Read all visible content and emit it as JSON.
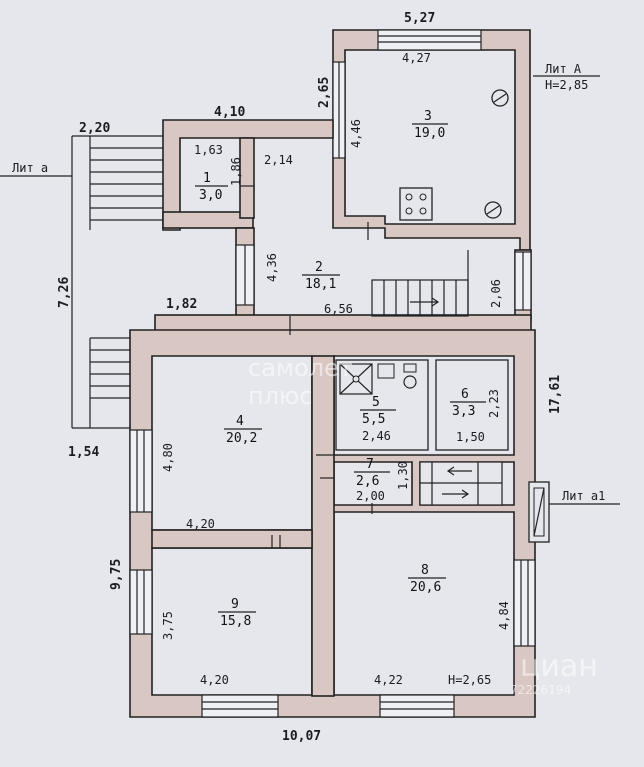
{
  "rooms": [
    {
      "number": "1",
      "area": "3,0"
    },
    {
      "number": "2",
      "area": "18,1"
    },
    {
      "number": "3",
      "area": "19,0"
    },
    {
      "number": "4",
      "area": "20,2"
    },
    {
      "number": "5",
      "area": "5,5"
    },
    {
      "number": "6",
      "area": "3,3"
    },
    {
      "number": "7",
      "area": "2,6"
    },
    {
      "number": "8",
      "area": "20,6"
    },
    {
      "number": "9",
      "area": "15,8"
    }
  ],
  "dimensions": {
    "top_527": "5,27",
    "inner_427": "4,27",
    "side_265": "2,65",
    "side_446": "4,46",
    "top_410": "4,10",
    "top_220": "2,20",
    "r1_163": "1,63",
    "r1_186": "1,86",
    "r2_214": "2,14",
    "r2_436": "4,36",
    "left_726": "7,26",
    "r2_656": "6,56",
    "r2_206": "2,06",
    "mid_182": "1,82",
    "right_1761": "17,61",
    "left_154": "1,54",
    "r4_480": "4,80",
    "r4_420": "4,20",
    "r5_246": "2,46",
    "r6_223": "2,23",
    "r6_150": "1,50",
    "r7_130": "1,30",
    "r7_200": "2,00",
    "left_975": "9,75",
    "r9_375": "3,75",
    "r9_420": "4,20",
    "r8_484": "4,84",
    "r8_422": "4,22",
    "bottom_1007": "10,07"
  },
  "labels": {
    "lit_A": "Лит А",
    "h_285": "H=2,85",
    "lit_a": "Лит а",
    "lit_a1": "Лит а1",
    "h_265": "H=2,65"
  },
  "watermarks": {
    "logo_top": "самолет",
    "logo_bottom": "плюс",
    "cian": "циан",
    "code": "72226194"
  },
  "colors": {
    "background": "#e6e7ec",
    "wall_fill": "#d9c7c4",
    "line": "#222222"
  }
}
